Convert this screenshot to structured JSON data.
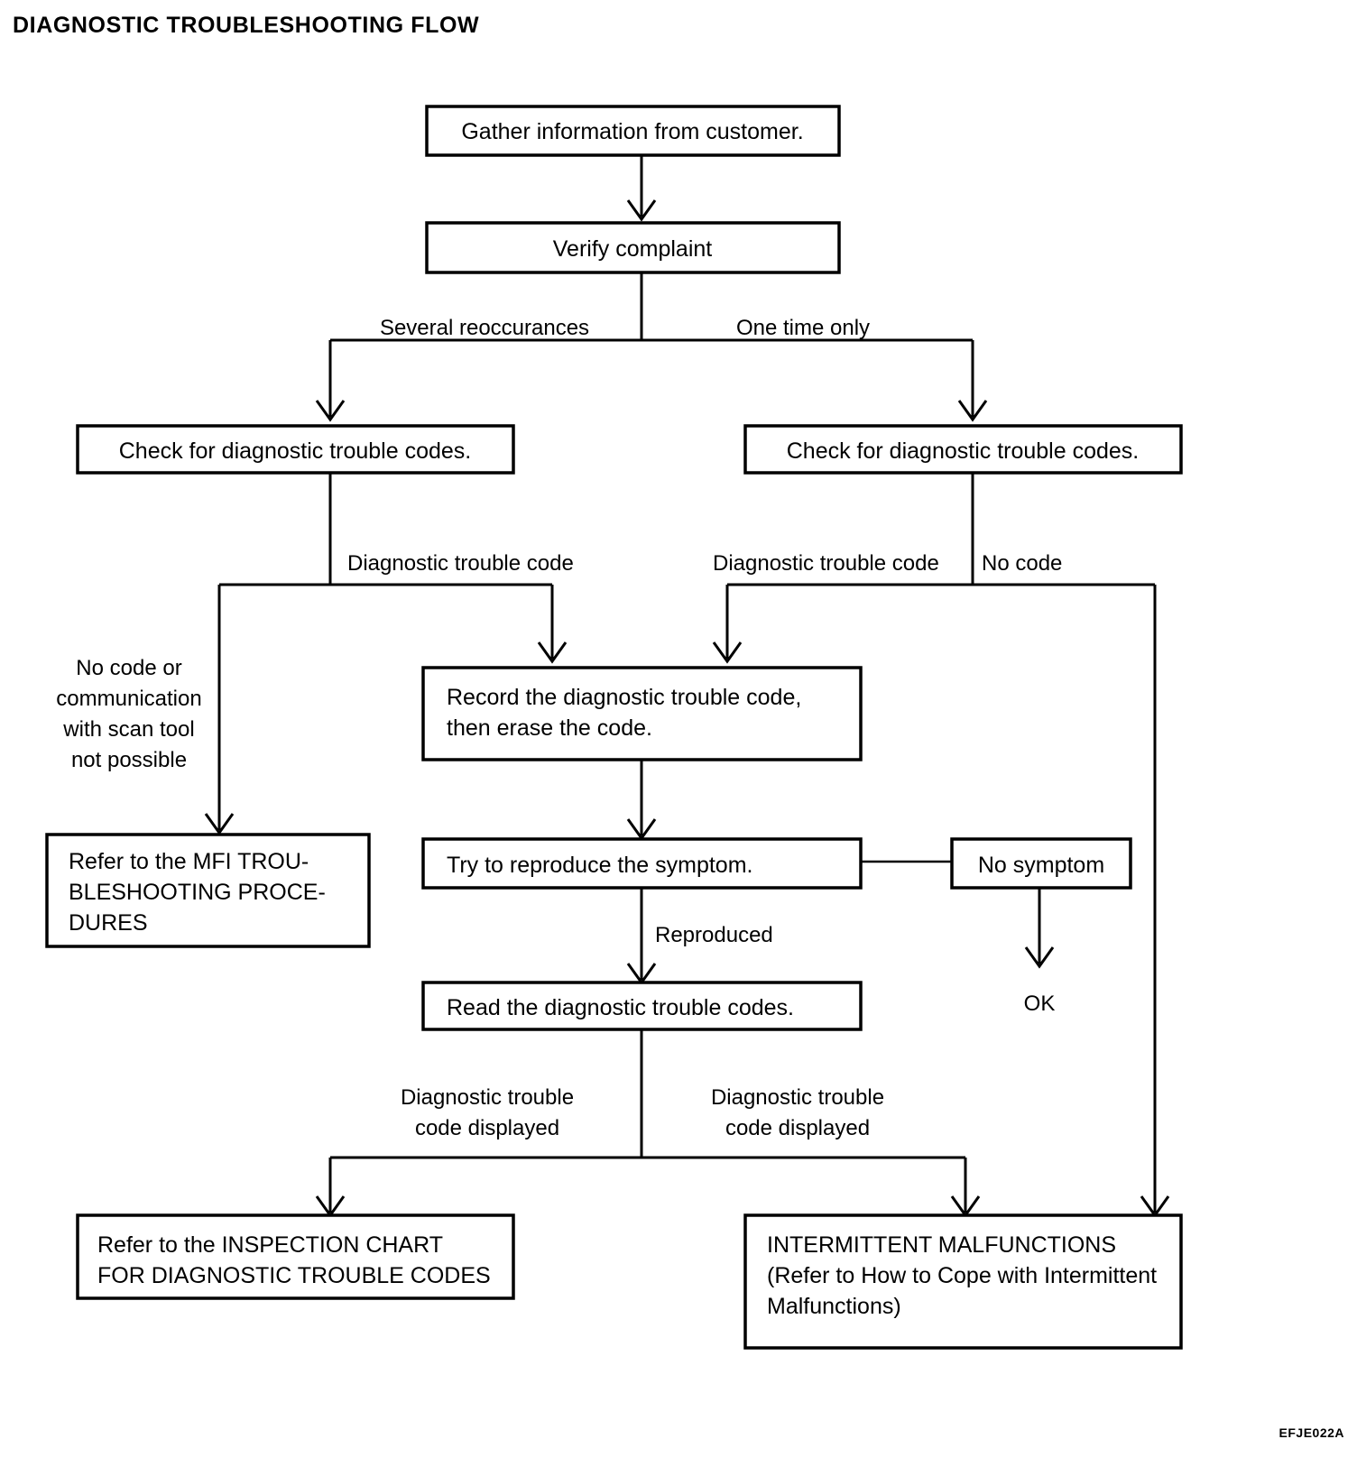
{
  "document": {
    "title": "DIAGNOSTIC TROUBLESHOOTING FLOW",
    "figure_code": "EFJE022A"
  },
  "nodes": {
    "gather": {
      "label": "Gather information from customer."
    },
    "verify": {
      "label": "Verify complaint"
    },
    "check_left": {
      "label": "Check for diagnostic trouble codes."
    },
    "check_right": {
      "label": "Check for diagnostic trouble codes."
    },
    "mfi": {
      "line1": "Refer to the MFI TROU-",
      "line2": "BLESHOOTING PROCE-",
      "line3": "DURES"
    },
    "record": {
      "line1": "Record the diagnostic trouble code,",
      "line2": "then erase the code."
    },
    "reproduce": {
      "label": "Try to reproduce the symptom."
    },
    "no_symptom": {
      "label": "No symptom"
    },
    "read": {
      "label": "Read the diagnostic trouble codes."
    },
    "inspection": {
      "line1": "Refer to the INSPECTION CHART",
      "line2": "FOR DIAGNOSTIC TROUBLE CODES"
    },
    "intermittent": {
      "line1": "INTERMITTENT MALFUNCTIONS",
      "line2": "(Refer to How to Cope with Intermittent",
      "line3": "Malfunctions)"
    }
  },
  "edge_labels": {
    "several_reoccurances": "Several reoccurances",
    "one_time_only": "One time only",
    "dtc_left": "Diagnostic trouble code",
    "dtc_right": "Diagnostic trouble code",
    "no_code": "No code",
    "no_code_or_scan": {
      "line1": "No code or",
      "line2": "communication",
      "line3": "with scan tool",
      "line4": "not possible"
    },
    "reproduced": "Reproduced",
    "ok": "OK",
    "dtc_displayed_left": {
      "line1": "Diagnostic trouble",
      "line2": "code displayed"
    },
    "dtc_displayed_right": {
      "line1": "Diagnostic trouble",
      "line2": "code displayed"
    }
  },
  "colors": {
    "stroke": "#000000",
    "background": "#ffffff"
  },
  "chart_data": {
    "type": "diagram",
    "title": "DIAGNOSTIC TROUBLESHOOTING FLOW",
    "flow": [
      {
        "from": "gather",
        "to": "verify",
        "label": ""
      },
      {
        "from": "verify",
        "to": "check_left",
        "label": "Several reoccurances"
      },
      {
        "from": "verify",
        "to": "check_right",
        "label": "One time only"
      },
      {
        "from": "check_left",
        "to": "mfi",
        "label": "No code or communication with scan tool not possible"
      },
      {
        "from": "check_left",
        "to": "record",
        "label": "Diagnostic trouble code"
      },
      {
        "from": "check_right",
        "to": "record",
        "label": "Diagnostic trouble code"
      },
      {
        "from": "check_right",
        "to": "intermittent",
        "label": "No code"
      },
      {
        "from": "record",
        "to": "reproduce",
        "label": ""
      },
      {
        "from": "reproduce",
        "to": "no_symptom",
        "label": ""
      },
      {
        "from": "no_symptom",
        "to": "ok",
        "label": ""
      },
      {
        "from": "reproduce",
        "to": "read",
        "label": "Reproduced"
      },
      {
        "from": "read",
        "to": "inspection",
        "label": "Diagnostic trouble code displayed"
      },
      {
        "from": "read",
        "to": "intermittent",
        "label": "Diagnostic trouble code displayed"
      }
    ]
  }
}
